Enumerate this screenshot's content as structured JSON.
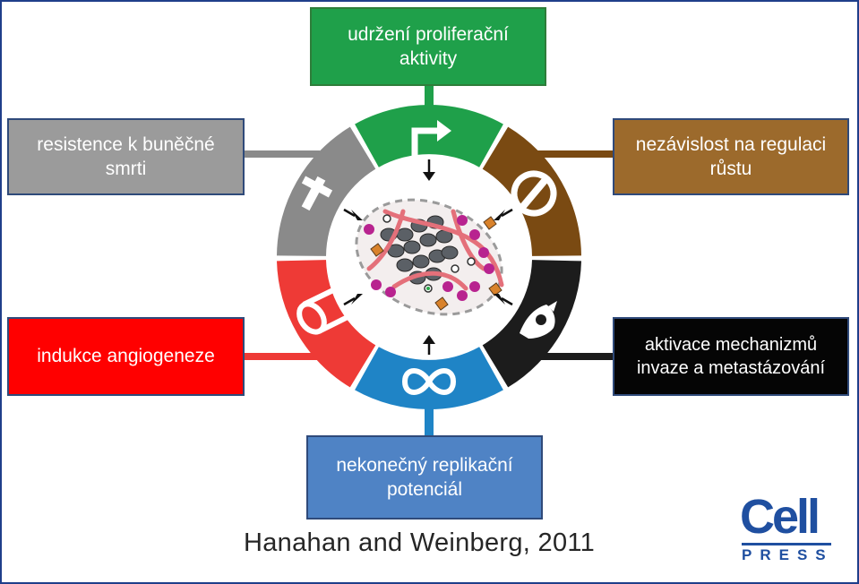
{
  "hallmarks": {
    "top": "udržení proliferační\naktivity",
    "top_left": "resistence k buněčné\nsmrti",
    "top_right": "nezávislost na regulaci\nrůstu",
    "bottom_left": "indukce angiogeneze",
    "bottom_right": "aktivace mechanizmů\ninvaze a metastázování",
    "bottom": "nekonečný replikační\npotenciál"
  },
  "citation": "Hanahan and Weinberg, 2011",
  "logo": {
    "name": "Cell",
    "sub": "PRESS"
  },
  "colors": {
    "green": "#1fa04a",
    "brown": "#7a4a12",
    "black": "#1c1c1c",
    "blue": "#1f84c6",
    "red": "#ee3a36",
    "gray": "#8a8a8a",
    "brand": "#1f4fa0"
  },
  "icons": [
    "arrow-icon",
    "no-entry-icon",
    "invasive-cell-icon",
    "infinity-icon",
    "blood-vessel-icon",
    "cross-icon",
    "tumor-icon"
  ]
}
